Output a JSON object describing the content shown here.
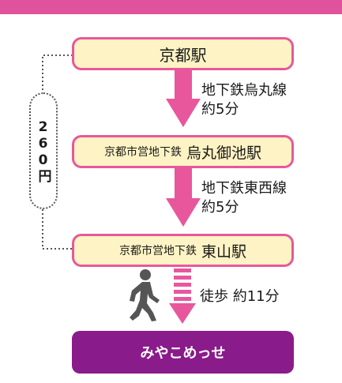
{
  "colors": {
    "accent_pink": "#e0529b",
    "station_fill": "#fdf3c4",
    "station_border": "#e8579c",
    "destination_fill": "#8a1b8a"
  },
  "stations": [
    {
      "prefix": "",
      "name": "京都駅"
    },
    {
      "prefix": "京都市営地下鉄",
      "name": "烏丸御池駅"
    },
    {
      "prefix": "京都市営地下鉄",
      "name": "東山駅"
    }
  ],
  "segments": [
    {
      "line": "地下鉄烏丸線",
      "time": "約5分"
    },
    {
      "line": "地下鉄東西線",
      "time": "約5分"
    }
  ],
  "walk": {
    "icon": "walking-person-icon",
    "text": "徒歩 約11分"
  },
  "fare": {
    "text": "260円"
  },
  "destination": {
    "name": "みやこめっせ"
  }
}
